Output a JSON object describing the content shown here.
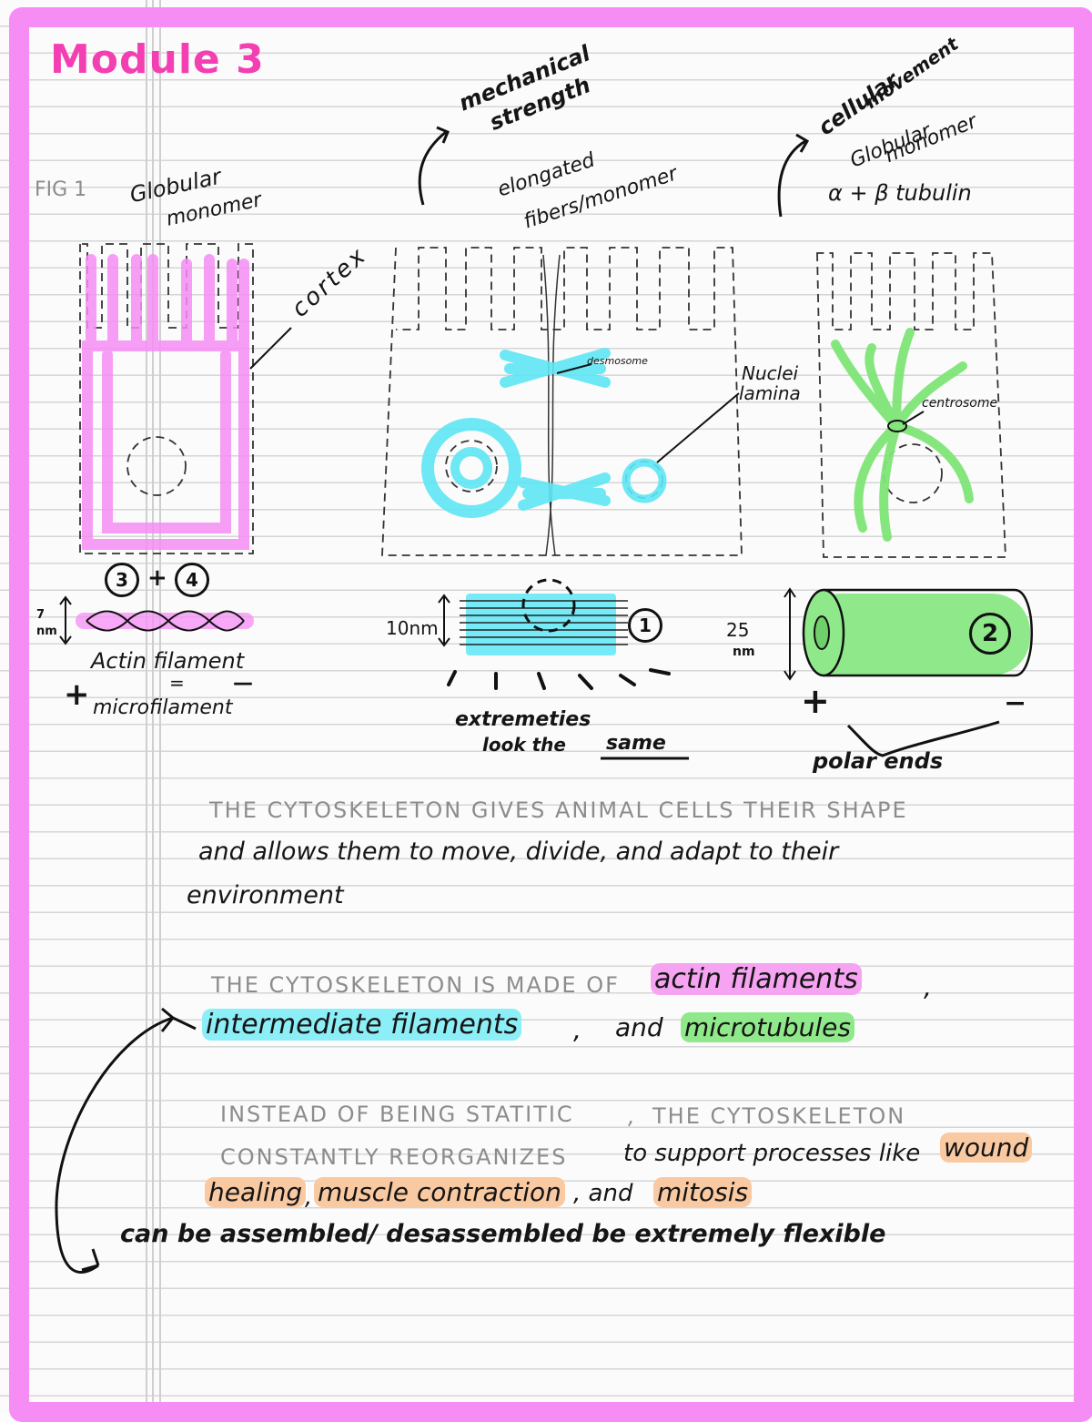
{
  "title": "Module 3",
  "colors": {
    "frame": "#f68df5",
    "pink": "#f33fb2",
    "cyan": "#5ee6f4",
    "green": "#7fe577",
    "orange": "#f9c9a2"
  },
  "fig": {
    "label": "FIG 1",
    "col1": {
      "monomer": [
        "Globular",
        "monomer"
      ],
      "cortex": "cortex",
      "numbers": [
        "3",
        "+",
        "4"
      ],
      "size": [
        "7",
        "nm"
      ],
      "name": "Actin filament",
      "eq": "=",
      "alt": "microfilament",
      "plus": "+",
      "minus": "—"
    },
    "col2": {
      "role": [
        "mechanical",
        "strength"
      ],
      "monomer": [
        "elongated",
        "fibers/monomer"
      ],
      "desmosome": "desmosome",
      "nuclei": [
        "Nuclei",
        "lamina"
      ],
      "size": "10nm",
      "number": "1",
      "note": [
        "extremeties",
        "look the",
        "same"
      ]
    },
    "col3": {
      "role": [
        "cellular",
        "movement"
      ],
      "monomer": [
        "Globular",
        "monomer"
      ],
      "tubulin": "α + β tubulin",
      "centrosome": "centrosome",
      "size": [
        "25",
        "nm"
      ],
      "number": "2",
      "plus": "+",
      "minus": "−",
      "polar": "polar ends"
    }
  },
  "text": {
    "p1_caps": "THE CYTOSKELETON GIVES ANIMAL CELLS THEIR SHAPE",
    "p1_line2": "and allows them to move, divide, and adapt to their",
    "p1_line3": "environment",
    "p2_caps": "THE CYTOSKELETON IS MADE OF",
    "p2_actin": "actin filaments",
    "p2_comma1": ",",
    "p2_intermediate": "intermediate filaments",
    "p2_comma2": ",",
    "p2_and": "and",
    "p2_micro": "microtubules",
    "p3_caps1": "INSTEAD OF BEING STATITIC",
    "p3_comma": ",",
    "p3_caps2": "THE CYTOSKELETON",
    "p3_caps3": "CONSTANTLY REORGANIZES",
    "p3_rest1": "to support processes like",
    "p3_wound": "wound",
    "p3_healing": "healing",
    "p3_c1": ",",
    "p3_muscle": "muscle contraction",
    "p3_c2": ", and",
    "p3_mitosis": "mitosis",
    "arrow_note": "can be assembled/ desassembled be extremely flexible"
  }
}
